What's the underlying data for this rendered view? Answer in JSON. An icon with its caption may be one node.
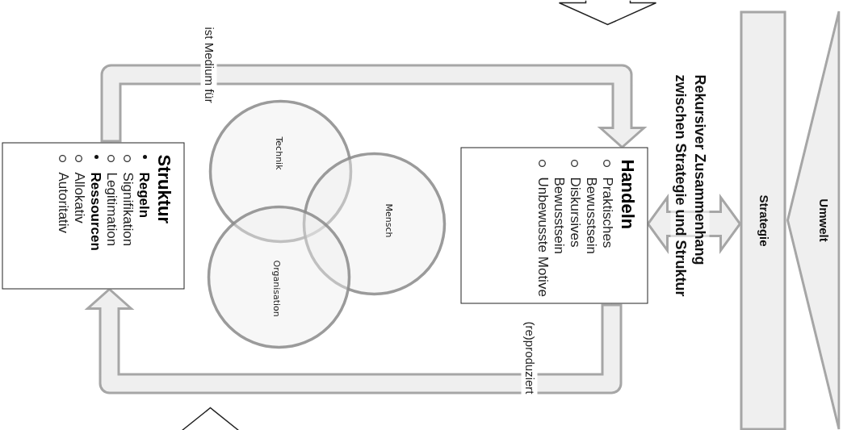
{
  "diagram": {
    "nodes": [
      {
        "text": [
          "Umwelt"
        ]
      },
      {
        "text": [
          "Strategie"
        ]
      },
      {
        "text": [
          "Handeln",
          "Praktisches Bewusstsein",
          "Diskursives Bewusstsein",
          "Unbewusste Motive"
        ]
      },
      {
        "text": [
          "Technik"
        ]
      },
      {
        "text": [
          "Mensch"
        ]
      },
      {
        "text": [
          "Organisation"
        ]
      },
      {
        "text": [
          "Struktur",
          "Regeln",
          "Signifikation",
          "Legitimation",
          "Ressourcen",
          "Allokativ",
          "Autoritativ"
        ]
      }
    ],
    "edges": [
      {
        "from": 6,
        "to": 2,
        "arrow": "to",
        "label": "ist Medium für"
      },
      {
        "from": 2,
        "to": 6,
        "arrow": "to",
        "label": "(re)produziert"
      },
      {
        "from": 1,
        "to": 2,
        "arrow": "both"
      }
    ],
    "labels": [
      "Rekursiver Zusammenhang zwischen Strategie und Struktur"
    ]
  }
}
